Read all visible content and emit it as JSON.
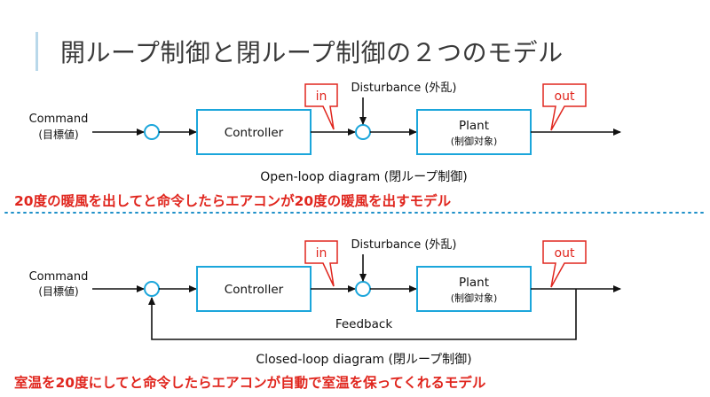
{
  "title": "開ループ制御と閉ループ制御の２つのモデル",
  "open_loop": {
    "command_label": "Command",
    "command_sub": "(目標値)",
    "controller_label": "Controller",
    "plant_label": "Plant",
    "plant_sub": "(制御対象)",
    "disturbance_label": "Disturbance (外乱)",
    "in_label": "in",
    "out_label": "out",
    "caption": "Open-loop diagram (閉ループ制御)",
    "note": "20度の暖風を出してと命令したらエアコンが20度の暖風を出すモデル"
  },
  "closed_loop": {
    "command_label": "Command",
    "command_sub": "(目標値)",
    "controller_label": "Controller",
    "plant_label": "Plant",
    "plant_sub": "(制御対象)",
    "disturbance_label": "Disturbance (外乱)",
    "in_label": "in",
    "out_label": "out",
    "feedback_label": "Feedback",
    "caption": "Closed-loop diagram (閉ループ制御)",
    "note": "室温を20度にしてと命令したらエアコンが自動で室温を保ってくれるモデル"
  },
  "colors": {
    "box_border": "#1ba6db",
    "circle_border": "#1ba6db",
    "callout": "#e0261e",
    "note_text": "#e0261e",
    "line": "#111111",
    "divider": "#1e90c8",
    "title_accent": "#b9d8ea"
  }
}
